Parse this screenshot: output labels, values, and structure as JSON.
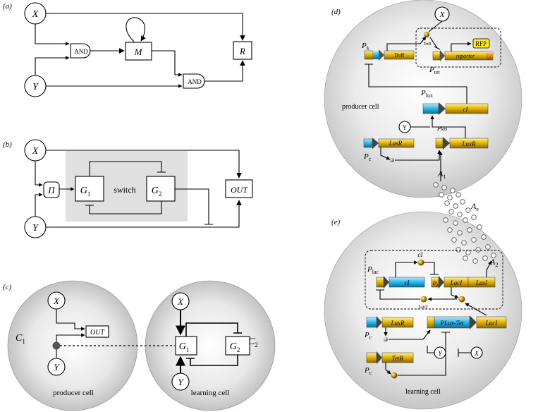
{
  "panels": {
    "a": {
      "label": "(a)",
      "nodes": {
        "x": "X",
        "y": "Y",
        "m": "M",
        "r": "R"
      },
      "gates": [
        "AND",
        "AND"
      ]
    },
    "b": {
      "label": "(b)",
      "nodes": {
        "x": "X",
        "y": "Y",
        "pi": "Π",
        "g1": "G",
        "g1_sub": "1",
        "g2": "G",
        "g2_sub": "2",
        "out": "OUT"
      },
      "switch_label": "switch"
    },
    "c": {
      "label": "(c)",
      "c1": "C",
      "c1_sub": "1",
      "c2": "C",
      "c2_sub": "2",
      "producer": {
        "x": "X",
        "y": "Y",
        "out": "OUT",
        "caption": "producer cell"
      },
      "learning": {
        "x": "X",
        "y": "Y",
        "g1": "G",
        "g1_sub": "1",
        "g2": "G",
        "g2_sub": "2",
        "caption": "learning cell"
      }
    },
    "d": {
      "label": "(d)",
      "x": "X",
      "p_lambda": "P",
      "p_lambda_sub": "λ",
      "tetr_gene": "TetR",
      "tetr_protein": "TetR",
      "reporter": "reporter",
      "rfp": "RFP",
      "p_tet": "P",
      "p_tet_sub": "tet",
      "p_lux": "P",
      "p_lux_sub": "lux",
      "ci_gene": "cI",
      "caption": "producer cell",
      "y": "Y",
      "plas": "Plas",
      "luxr_gene": "LuxR",
      "lasr_gene": "LasR",
      "p_c": "P",
      "p_c_sub": "c",
      "a1": "A",
      "a1_sub": "1",
      "ae": "A",
      "ae_sub": "e"
    },
    "e": {
      "label": "(e)",
      "a2": "A",
      "a2_sub": "2",
      "ci_protein": "cI",
      "p_lac": "P",
      "p_lac_sub": "lac",
      "ci_gene": "cI",
      "p_lambda": "P",
      "p_lambda_sub": "λ",
      "laci_gene": "LacI",
      "lasi_gene": "LasI",
      "laci_protein": "LacI",
      "luxr_gene": "LuxR",
      "plux_tet": "PLux-Tet",
      "laci_gene2": "LacI",
      "p_c1": "P",
      "p_c1_sub": "c",
      "p_c2": "P",
      "p_c2_sub": "c",
      "tetr_gene": "TetR",
      "y": "Y",
      "x": "X",
      "caption": "learning cell"
    }
  },
  "colors": {
    "gene": "#e2b400",
    "promoter": "#29b6e6",
    "switch_bg": "#e0e0e0",
    "rfp": "#ffee00"
  }
}
